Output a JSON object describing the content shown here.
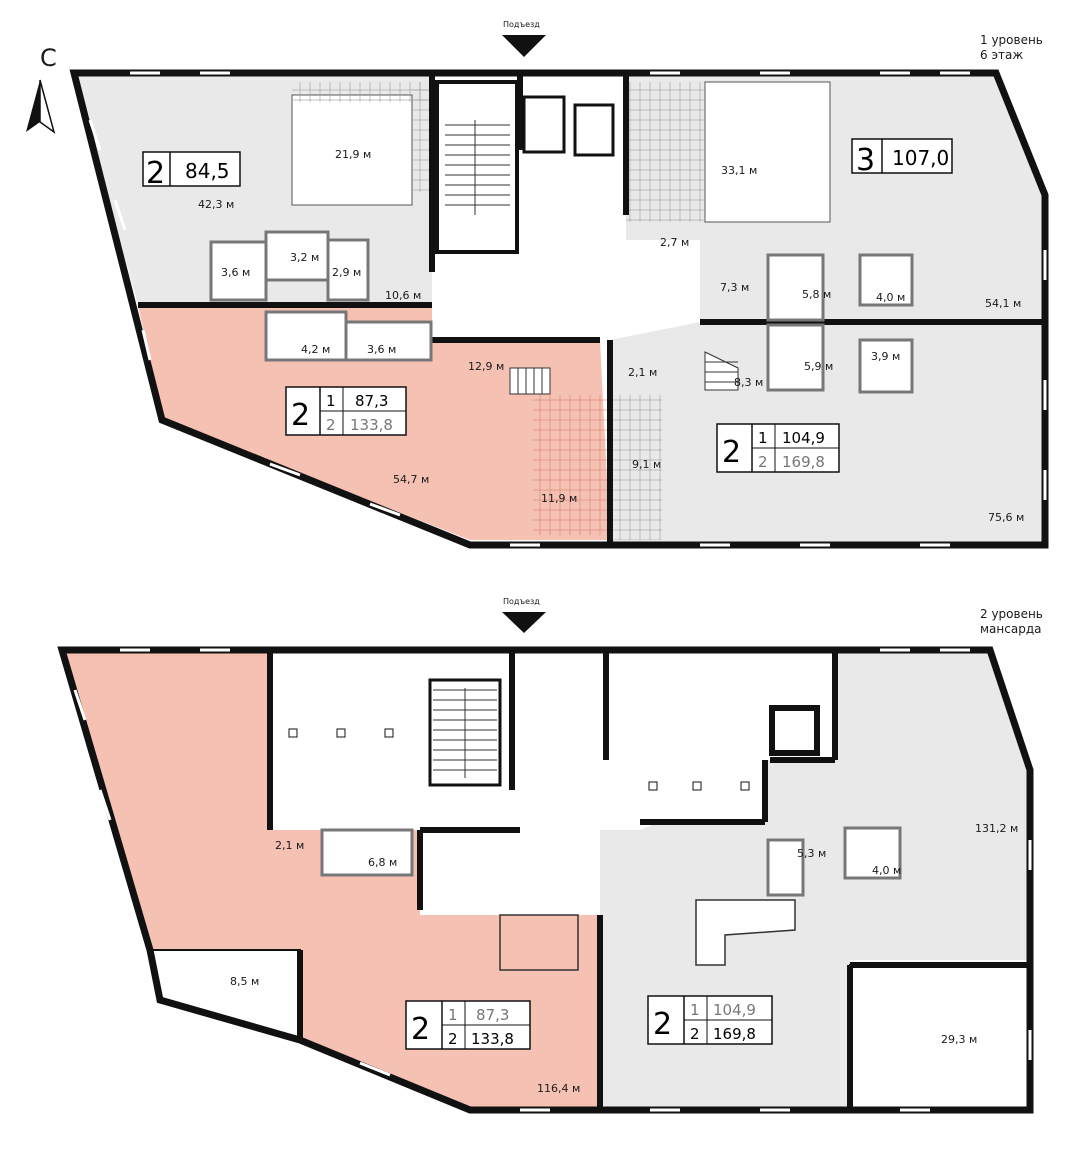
{
  "compass": "С",
  "entrance_label": "Подъезд",
  "level1": {
    "title": "1 уровень",
    "subtitle": "6 этаж",
    "rooms": [
      "21,9 м",
      "42,3 м",
      "3,2 м",
      "3,6 м",
      "2,9 м",
      "10,6 м",
      "4,2 м",
      "3,6 м",
      "12,9 м",
      "54,7 м",
      "11,9 м",
      "9,1 м",
      "2,1 м",
      "33,1 м",
      "2,7 м",
      "7,3 м",
      "5,8 м",
      "4,0 м",
      "54,1 м",
      "5,9 м",
      "3,9 м",
      "8,3 м",
      "75,6 м"
    ],
    "apt_a": {
      "rooms": "2",
      "area": "84,5"
    },
    "apt_b": {
      "rooms": "3",
      "area": "107,0"
    },
    "apt_c": {
      "rooms": "2",
      "l1": "1",
      "a1": "87,3",
      "l2": "2",
      "a2": "133,8"
    },
    "apt_d": {
      "rooms": "2",
      "l1": "1",
      "a1": "104,9",
      "l2": "2",
      "a2": "169,8"
    }
  },
  "level2": {
    "title": "2 уровень",
    "subtitle": "мансарда",
    "rooms": [
      "2,1 м",
      "6,8 м",
      "8,5 м",
      "116,4 м",
      "5,3 м",
      "4,0 м",
      "131,2 м",
      "29,3 м"
    ],
    "apt_c": {
      "rooms": "2",
      "l1": "1",
      "a1": "87,3",
      "l2": "2",
      "a2": "133,8"
    },
    "apt_d": {
      "rooms": "2",
      "l1": "1",
      "a1": "104,9",
      "l2": "2",
      "a2": "169,8"
    }
  },
  "colors": {
    "highlight": "#f4c1b3",
    "gray_fill": "#e9e9e9",
    "wall": "#111111",
    "window": "#ffffff"
  }
}
